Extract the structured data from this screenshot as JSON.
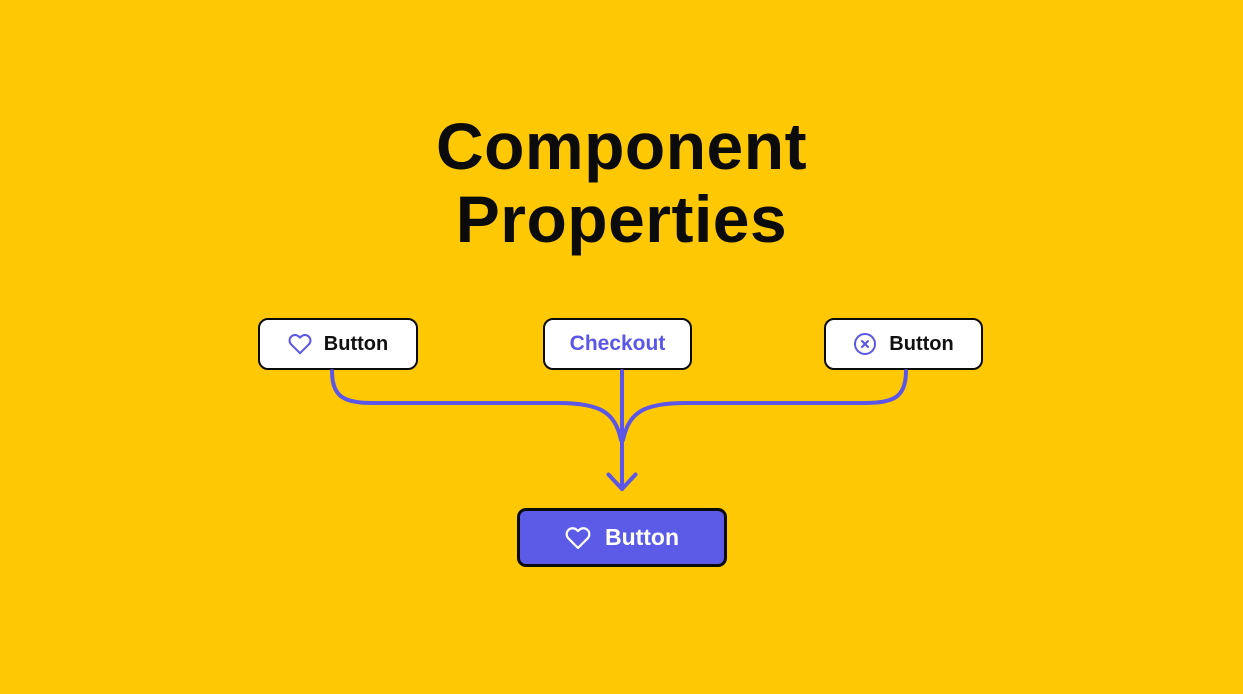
{
  "page": {
    "background_color": "#FFC805",
    "accent_color": "#5B56E7",
    "result_fill_color": "#5B5BE8",
    "outline_color": "#0B0B0B"
  },
  "title": {
    "line1": "Component",
    "line2": "Properties"
  },
  "nodes": {
    "favorite_variant": {
      "label": "Button",
      "icon": "heart-icon"
    },
    "checkout_variant": {
      "label": "Checkout"
    },
    "close_variant": {
      "label": "Button",
      "icon": "x-circle-icon"
    },
    "result_component": {
      "label": "Button",
      "icon": "heart-icon"
    }
  }
}
